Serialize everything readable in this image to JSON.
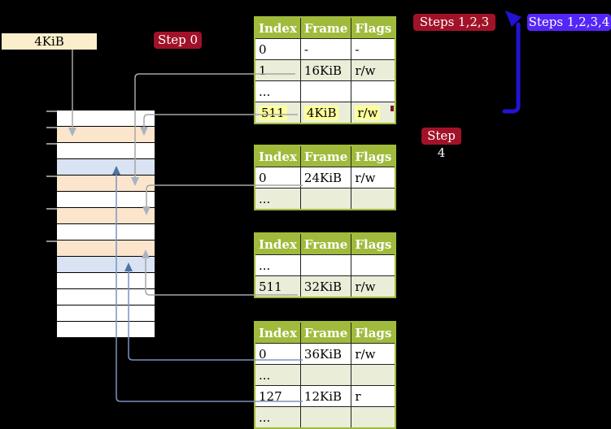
{
  "frame_label": "4KiB",
  "badges": {
    "step0": "Step 0",
    "steps123": "Steps 1,2,3",
    "steps1234": "Steps 1,2,3,4",
    "step4": "Step 4"
  },
  "table_headers": [
    "Index",
    "Frame",
    "Flags"
  ],
  "tables": [
    {
      "rows": [
        {
          "cells": [
            "0",
            "-",
            "-"
          ]
        },
        {
          "cells": [
            "1",
            "16KiB",
            "r/w"
          ]
        },
        {
          "cells": [
            "...",
            "",
            ""
          ]
        },
        {
          "cells": [
            "511",
            "4KiB",
            "r/w"
          ],
          "highlight": true
        }
      ]
    },
    {
      "rows": [
        {
          "cells": [
            "0",
            "24KiB",
            "r/w"
          ]
        },
        {
          "cells": [
            "...",
            "",
            ""
          ]
        }
      ]
    },
    {
      "rows": [
        {
          "cells": [
            "...",
            "",
            ""
          ]
        },
        {
          "cells": [
            "511",
            "32KiB",
            "r/w"
          ]
        }
      ]
    },
    {
      "rows": [
        {
          "cells": [
            "0",
            "36KiB",
            "r/w"
          ]
        },
        {
          "cells": [
            "...",
            "",
            ""
          ]
        },
        {
          "cells": [
            "127",
            "12KiB",
            "r"
          ]
        },
        {
          "cells": [
            "...",
            "",
            ""
          ]
        }
      ]
    }
  ],
  "memory": {
    "rows": [
      "white",
      "peach",
      "white",
      "blue",
      "peach",
      "white",
      "peach",
      "white",
      "peach",
      "blue",
      "white",
      "white",
      "white",
      "white"
    ]
  },
  "colors": {
    "background": "#000000",
    "table_green": "#a0bb3c",
    "table_row_green": "#eaeed9",
    "highlight_yellow": "#ffff9e",
    "frame_label_bg": "#faeecb",
    "mem_peach": "#fce5cd",
    "mem_blue": "#dae3f3",
    "badge_red": "#a11228",
    "badge_blue": "#5426f8",
    "arrow_gray": "#a6a6a6",
    "arrowhead_gray": "#a9b3c2",
    "arrow_steelblue": "#7b93be",
    "arrowhead_steelblue": "#4f74a3",
    "recursive_arrow_blue": "#2213d4",
    "red_mark": "#7b1420"
  }
}
